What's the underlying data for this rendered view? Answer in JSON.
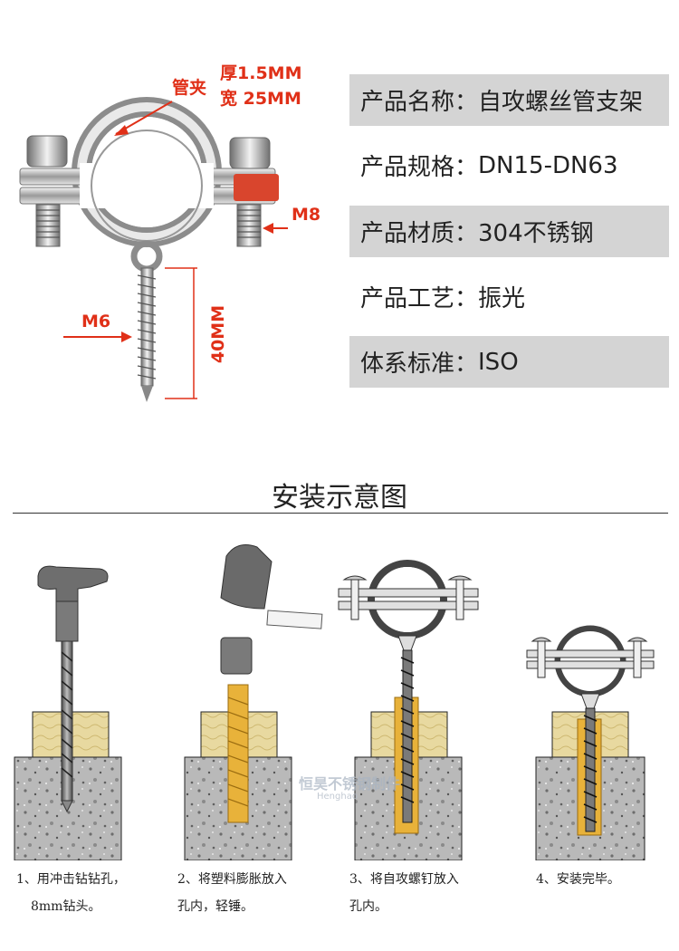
{
  "product_labels": {
    "clip_label": "管夹",
    "thickness": "厚1.5MM",
    "width": "宽 25MM",
    "bolt": "M8",
    "screw": "M6",
    "length": "40MM"
  },
  "specs": [
    {
      "key": "产品名称：",
      "value": "自攻螺丝管支架"
    },
    {
      "key": "产品规格：",
      "value": "DN15-DN63"
    },
    {
      "key": "产品材质：",
      "value": "304不锈钢"
    },
    {
      "key": "产品工艺：",
      "value": "振光"
    },
    {
      "key": "体系标准：",
      "value": "ISO"
    }
  ],
  "install": {
    "title": "安装示意图",
    "steps": [
      {
        "line1": "1、用冲击钻钻孔，",
        "line2": "8mm钻头。"
      },
      {
        "line1": "2、将塑料膨胀放入",
        "line2": "孔内，轻锤。"
      },
      {
        "line1": "3、将自攻螺钉放入",
        "line2": "孔内。"
      },
      {
        "line1": "4、安装完毕。",
        "line2": ""
      }
    ]
  },
  "watermark": {
    "brand": "恒昊不锈钢制件",
    "sub": "Henghao"
  },
  "colors": {
    "accent_red": "#e03018",
    "row_shade": "#d4d4d4",
    "wood": "#e8d9a0",
    "concrete": "#b9b9b9",
    "anchor": "#e8b23a"
  }
}
